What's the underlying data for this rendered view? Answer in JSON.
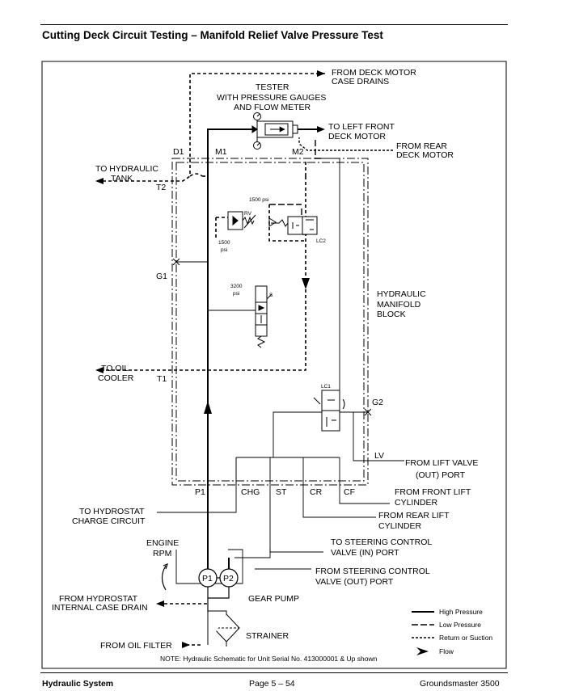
{
  "page": {
    "title": "Cutting Deck Circuit Testing – Manifold Relief Valve Pressure Test",
    "footer_left": "Hydraulic System",
    "footer_center": "Page 5 – 54",
    "footer_right": "Groundsmaster 3500"
  },
  "diagram": {
    "labels": {
      "from_deck_motor_1": "FROM DECK MOTOR",
      "from_deck_motor_2": "CASE DRAINS",
      "tester_1": "TESTER",
      "tester_2": "WITH PRESSURE GAUGES",
      "tester_3": "AND FLOW METER",
      "to_left_front_1": "TO LEFT FRONT",
      "to_left_front_2": "DECK MOTOR",
      "from_rear_1": "FROM REAR",
      "from_rear_2": "DECK MOTOR",
      "d1": "D1",
      "m1": "M1",
      "m2": "M2",
      "to_tank_1": "TO HYDRAULIC",
      "to_tank_2": "TANK",
      "t2": "T2",
      "psi_1500_top": "1500 psi",
      "rv": "RV",
      "psi_1500_left_1": "1500",
      "psi_1500_left_2": "psi",
      "lc2": "LC2",
      "g1": "G1",
      "psi_3200_1": "3200",
      "psi_3200_2": "psi",
      "s": "S",
      "manifold_1": "HYDRAULIC",
      "manifold_2": "MANIFOLD",
      "manifold_3": "BLOCK",
      "to_oil_cooler_1": "TO OIL",
      "to_oil_cooler_2": "COOLER",
      "t1": "T1",
      "lc1": "LC1",
      "g2": "G2",
      "lv": "LV",
      "from_lift_valve_1": "FROM LIFT VALVE",
      "from_lift_valve_2": "(OUT) PORT",
      "p1_port": "P1",
      "chg": "CHG",
      "st": "ST",
      "cr": "CR",
      "cf": "CF",
      "from_front_lift_1": "FROM FRONT LIFT",
      "from_front_lift_2": "CYLINDER",
      "to_hydrostat_1": "TO HYDROSTAT",
      "to_hydrostat_2": "CHARGE CIRCUIT",
      "from_rear_lift_1": "FROM REAR LIFT",
      "from_rear_lift_2": "CYLINDER",
      "engine_1": "ENGINE",
      "engine_2": "RPM",
      "to_steering_1": "TO STEERING CONTROL",
      "to_steering_2": "VALVE (IN) PORT",
      "from_steering_1": "FROM STEERING CONTROL",
      "from_steering_2": "VALVE (OUT) PORT",
      "pump_p1": "P1",
      "pump_p2": "P2",
      "from_hydrostat_1": "FROM HYDROSTAT",
      "from_hydrostat_2": "INTERNAL CASE DRAIN",
      "gear_pump": "GEAR PUMP",
      "strainer": "STRAINER",
      "from_oil_filter": "FROM OIL FILTER"
    },
    "legend": {
      "high": "High  Pressure",
      "low": "Low  Pressure",
      "return": "Return or Suction",
      "flow": "Flow"
    },
    "note": "NOTE: Hydraulic Schematic for Unit Serial No. 413000001 & Up shown"
  }
}
